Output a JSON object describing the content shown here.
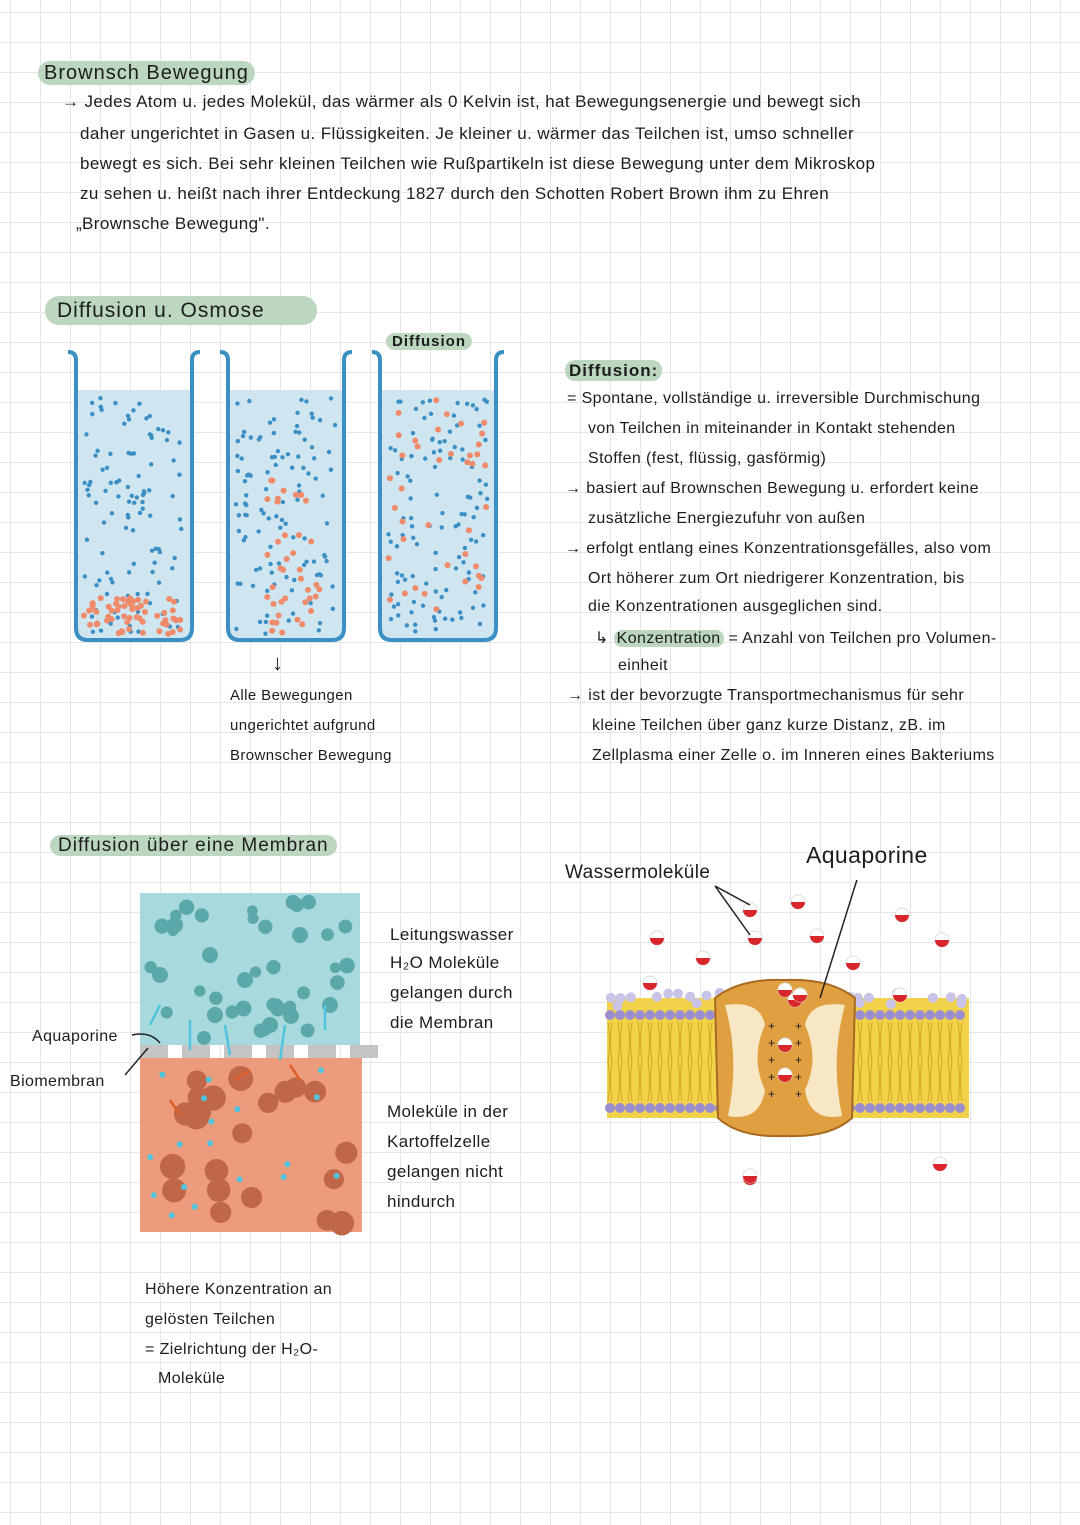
{
  "brown": {
    "title": "Brownsch Bewegung",
    "lines": [
      "→ Jedes Atom u. jedes Molekül, das wärmer als 0 Kelvin ist, hat Bewegungsenergie und bewegt sich",
      "daher ungerichtet in Gasen u. Flüssigkeiten. Je kleiner u. wärmer das Teilchen ist, umso schneller",
      "bewegt es sich. Bei sehr kleinen Teilchen wie Rußpartikeln ist diese Bewegung unter dem Mikroskop",
      "zu sehen u. heißt nach ihrer Entdeckung 1827 durch den Schotten Robert Brown ihm zu Ehren",
      "„Brownsche Bewegung\"."
    ]
  },
  "osmose": {
    "title": "Diffusion u. Osmose",
    "beaker_label": "Diffusion",
    "arrow": "↓",
    "caption": [
      "Alle Bewegungen",
      "ungerichtet aufgrund",
      "Brownscher Bewegung"
    ],
    "colors": {
      "water": "#cfe6f0",
      "blue_dot": "#3b8fc4",
      "orange_dot": "#ef8a6a"
    }
  },
  "diffusion_def": {
    "title": "Diffusion:",
    "lines": [
      "= Spontane, vollständige u. irreversible Durchmischung",
      "von Teilchen in miteinander in Kontakt stehenden",
      "Stoffen (fest, flüssig, gasförmig)",
      "→ basiert auf Brownschen Bewegung u. erfordert keine",
      "zusätzliche Energiezufuhr von außen",
      "→ erfolgt entlang eines Konzentrationsgefälles, also vom",
      "Ort höherer zum Ort niedrigerer Konzentration, bis",
      "die Konzentrationen ausgeglichen sind.",
      "→ ist der bevorzugte Transportmechanismus für sehr",
      "kleine Teilchen über ganz kurze Distanz, zB. im",
      "Zellplasma einer Zelle o. im Inneren eines Bakteriums"
    ],
    "konz_arrow": "↳",
    "konz_term": "Konzentration",
    "konz_def": "= Anzahl von Teilchen pro Volumen-",
    "konz_def2": "einheit"
  },
  "membran": {
    "title": "Diffusion über eine Membran",
    "label_aquaporine": "Aquaporine",
    "label_biomembran": "Biomembran",
    "water_text": [
      "Leitungswasser",
      "H₂O Moleküle",
      "gelangen durch",
      "die Membran"
    ],
    "cell_text": [
      "Moleküle in der",
      "Kartoffelzelle",
      "gelangen nicht",
      "hindurch"
    ],
    "bottom_text": [
      "Höhere Konzentration an",
      "gelösten Teilchen",
      "= Zielrichtung der H₂O-",
      "Moleküle"
    ],
    "colors": {
      "water": "#a8d9dc",
      "cell": "#ec9c7d",
      "membrane": "#c4c4c4"
    }
  },
  "aquaporin": {
    "label_water": "Wassermoleküle",
    "label_aquaporine": "Aquaporine"
  }
}
